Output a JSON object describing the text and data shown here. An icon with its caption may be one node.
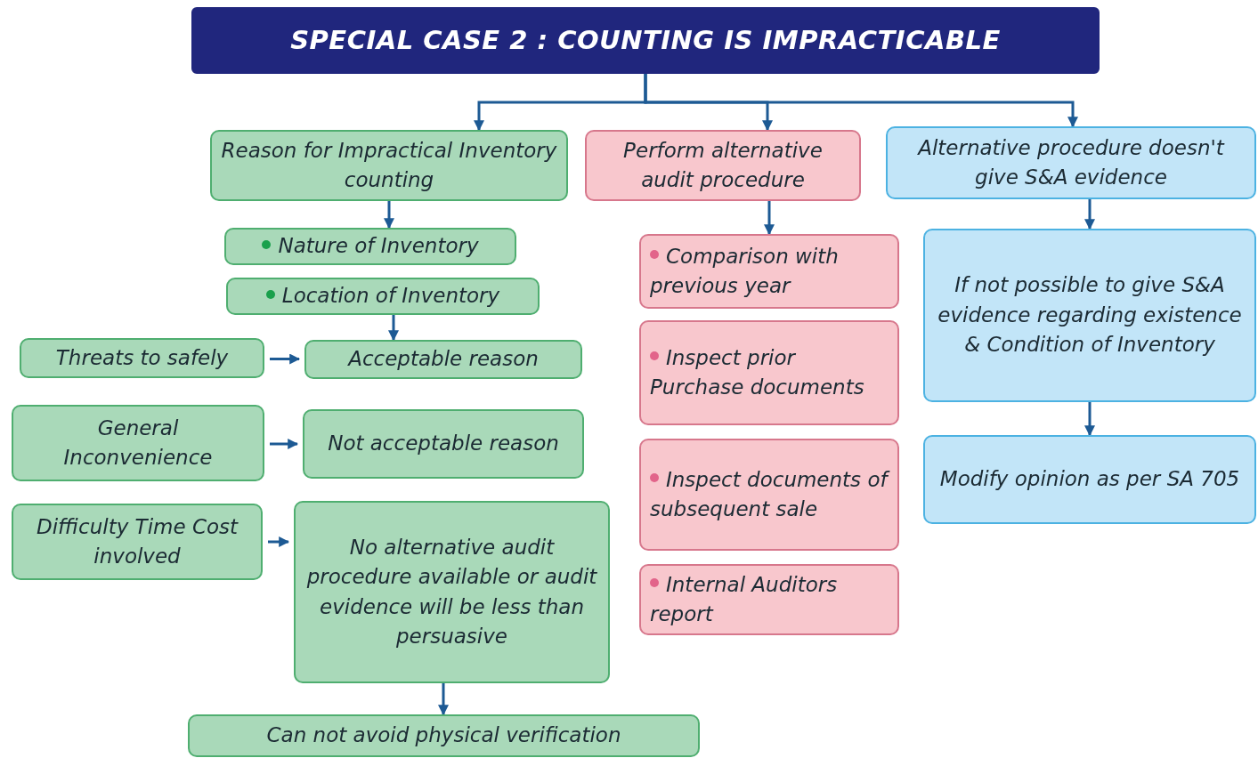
{
  "diagram": {
    "nodes": [
      {
        "text": [
          "SPECIAL CASE 2 : COUNTING IS IMPRACTICABLE"
        ]
      },
      {
        "text": [
          "Reason for Impractical Inventory counting"
        ]
      },
      {
        "text": [
          "Perform alternative audit procedure"
        ]
      },
      {
        "text": [
          "Alternative procedure doesn't give S&A evidence"
        ]
      },
      {
        "text": [
          "Nature of Inventory"
        ]
      },
      {
        "text": [
          "Location of Inventory"
        ]
      },
      {
        "text": [
          "Threats to safely"
        ]
      },
      {
        "text": [
          "Acceptable reason"
        ]
      },
      {
        "text": [
          "General Inconvenience"
        ]
      },
      {
        "text": [
          "Not acceptable reason"
        ]
      },
      {
        "text": [
          "Difficulty Time Cost involved"
        ]
      },
      {
        "text": [
          "No alternative audit procedure available or audit evidence will be less than persuasive"
        ]
      },
      {
        "text": [
          "Can not avoid physical verification"
        ]
      },
      {
        "text": [
          "Comparison with previous year"
        ]
      },
      {
        "text": [
          "Inspect prior Purchase documents"
        ]
      },
      {
        "text": [
          "Inspect documents of subsequent sale"
        ]
      },
      {
        "text": [
          "Internal Auditors report"
        ]
      },
      {
        "text": [
          "If not possible to give S&A evidence regarding existence & Condition of Inventory"
        ]
      },
      {
        "text": [
          "Modify opinion as per SA 705"
        ]
      }
    ],
    "edges": [
      {
        "from": 0,
        "to": 1,
        "arrow": "to"
      },
      {
        "from": 0,
        "to": 2,
        "arrow": "to"
      },
      {
        "from": 0,
        "to": 3,
        "arrow": "to"
      },
      {
        "from": 1,
        "to": 4,
        "arrow": "to"
      },
      {
        "from": 5,
        "to": 7,
        "arrow": "to"
      },
      {
        "from": 6,
        "to": 7,
        "arrow": "to"
      },
      {
        "from": 8,
        "to": 9,
        "arrow": "to"
      },
      {
        "from": 10,
        "to": 11,
        "arrow": "to"
      },
      {
        "from": 11,
        "to": 12,
        "arrow": "to"
      },
      {
        "from": 2,
        "to": 13,
        "arrow": "to"
      },
      {
        "from": 3,
        "to": 17,
        "arrow": "to"
      },
      {
        "from": 17,
        "to": 18,
        "arrow": "to"
      }
    ]
  }
}
